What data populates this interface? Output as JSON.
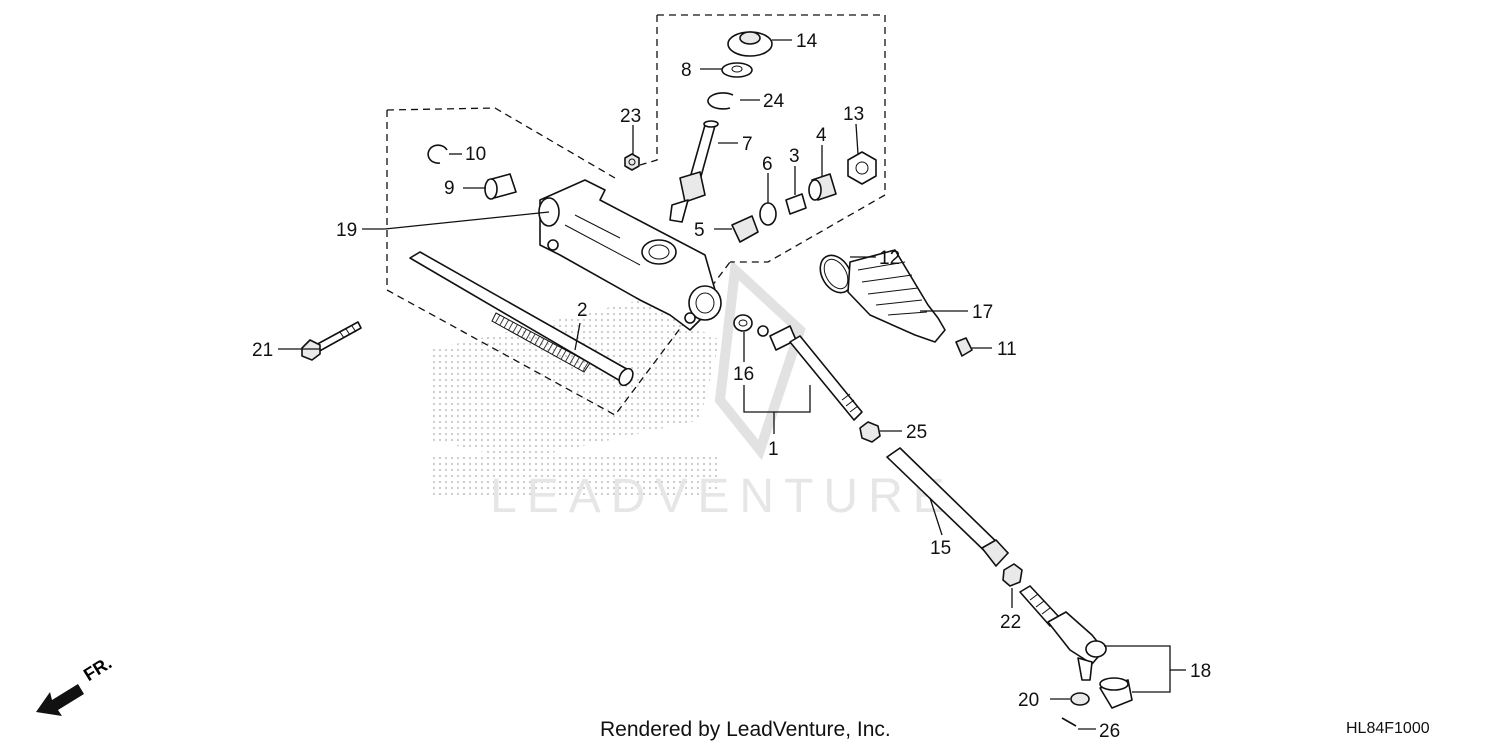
{
  "footer": {
    "rendered_by": "Rendered by LeadVenture, Inc.",
    "diagram_code": "HL84F1000"
  },
  "watermark": {
    "text": "LEADVENTURE"
  },
  "direction_marker": {
    "label": "FR.",
    "icon": "front-arrow-icon"
  },
  "callouts": {
    "c1": "1",
    "c2": "2",
    "c3": "3",
    "c4": "4",
    "c5": "5",
    "c6": "6",
    "c7": "7",
    "c8": "8",
    "c9": "9",
    "c10": "10",
    "c11": "11",
    "c12": "12",
    "c13": "13",
    "c14": "14",
    "c15": "15",
    "c16": "16",
    "c17": "17",
    "c18": "18",
    "c19": "19",
    "c20": "20",
    "c21": "21",
    "c22": "22",
    "c23": "23",
    "c24": "24",
    "c25": "25",
    "c26": "26"
  }
}
